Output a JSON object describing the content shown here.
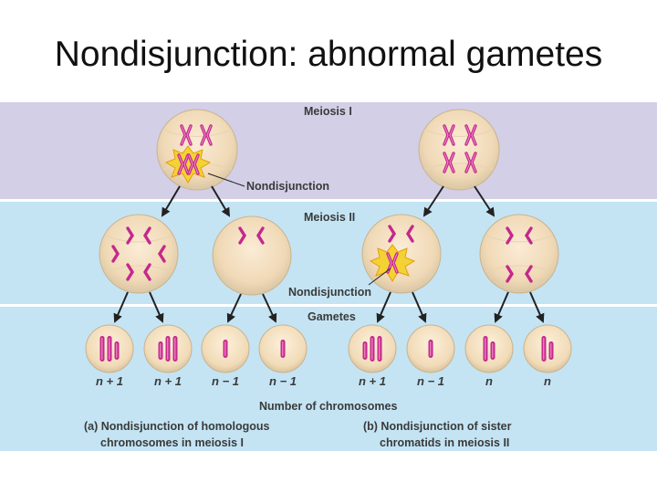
{
  "title": "Nondisjunction: abnormal gametes",
  "stages": {
    "meiosis1": "Meiosis I",
    "meiosis2": "Meiosis II",
    "gametes": "Gametes"
  },
  "callouts": {
    "nondisjunction_a": "Nondisjunction",
    "nondisjunction_b": "Nondisjunction"
  },
  "gamete_counts": [
    "n + 1",
    "n + 1",
    "n − 1",
    "n − 1",
    "n + 1",
    "n − 1",
    "n",
    "n"
  ],
  "number_label": "Number of chromosomes",
  "captions": {
    "a_line1": "(a) Nondisjunction of homologous",
    "a_line2": "chromosomes in meiosis I",
    "b_line1": "(b) Nondisjunction of sister",
    "b_line2": "chromatids in meiosis II"
  },
  "colors": {
    "band_meiosis1": "#d3cfe6",
    "band_meiosis2": "#c4e4f4",
    "band_gametes": "#c4e4f4",
    "cell_fill": "#f2dcbc",
    "chromosome": "#c4298c",
    "burst": "#f5d234"
  }
}
